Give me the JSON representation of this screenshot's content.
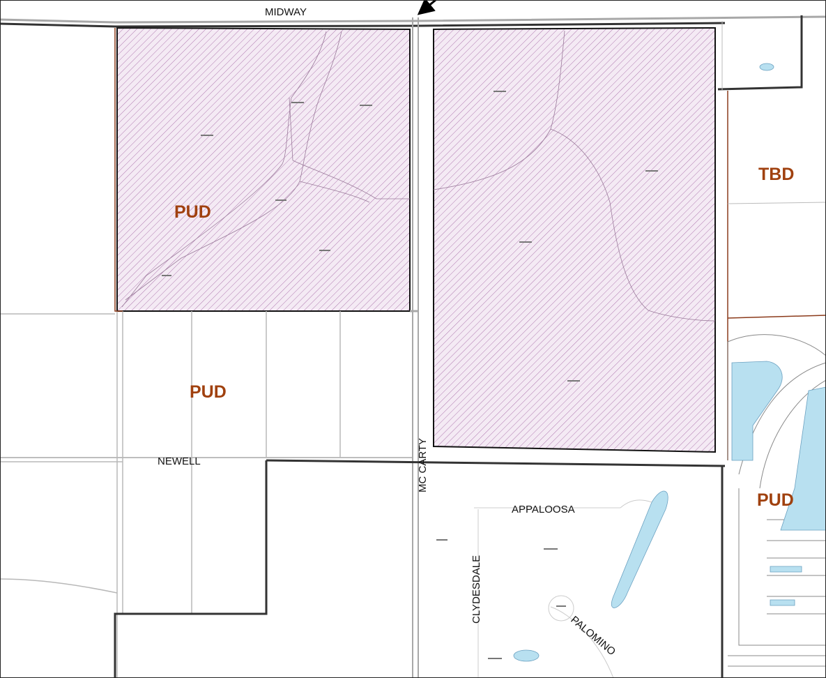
{
  "colors": {
    "zone_label": "#a0410f",
    "hatch": "#b07ab0",
    "hatch_bg": "#f4eaf4",
    "water": "#b8e0f0",
    "road_gray": "#a8a8a8",
    "boundary_dark": "#333333",
    "brown_line": "#8b3a1a"
  },
  "roads": {
    "midway": "MIDWAY",
    "mc_carty": "MC CARTY",
    "newell": "NEWELL",
    "appaloosa": "APPALOOSA",
    "clydesdale": "CLYDESDALE",
    "palomino": "PALOMINO"
  },
  "zones": {
    "pud_northwest": "PUD",
    "pud_west": "PUD",
    "tbd_east": "TBD",
    "pud_southeast": "PUD"
  },
  "icons": {
    "pointer": "arrow-pointer-icon"
  }
}
